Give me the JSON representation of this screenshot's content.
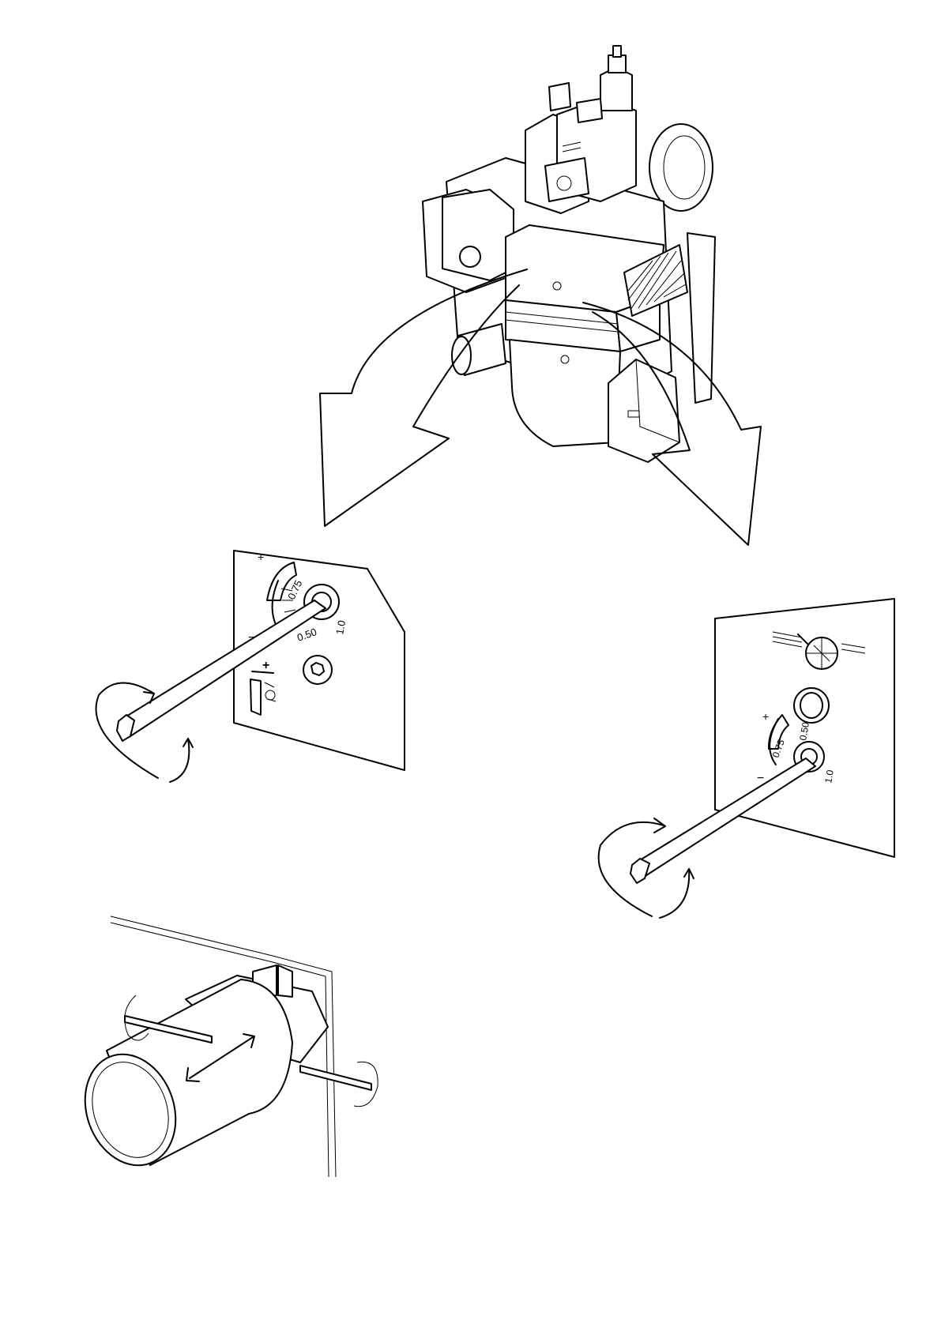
{
  "panel_a": {
    "plus_label": "+",
    "minus_label": "−",
    "scale_labels": [
      "0.75",
      "1.0",
      "0.50"
    ],
    "slider_plus": "+"
  },
  "panel_b": {
    "plus_label": "+",
    "minus_label": "−",
    "scale_labels": [
      "0.75",
      "0.50",
      "1.0"
    ]
  }
}
